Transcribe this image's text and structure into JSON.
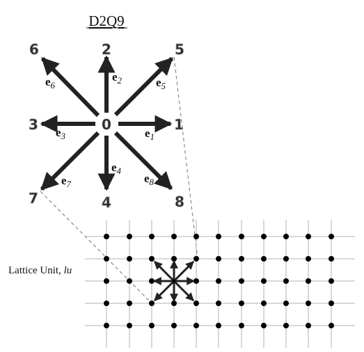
{
  "title": "D2Q9",
  "node_numbers": [
    "0",
    "1",
    "2",
    "3",
    "4",
    "5",
    "6",
    "7",
    "8"
  ],
  "vector_letter": "e",
  "vector_subscripts": [
    "1",
    "2",
    "3",
    "4",
    "5",
    "6",
    "7",
    "8"
  ],
  "lattice_label": "Lattice Unit, ",
  "lattice_unit": "lu",
  "colors": {
    "arrow": "#222222",
    "node_number": "#2a2a2a",
    "node_number_stroke": "#9a9a9a",
    "grid_line": "#b0b0b0",
    "grid_dot": "#000000",
    "dashed_line": "#8a8a8a",
    "text": "#111111"
  }
}
